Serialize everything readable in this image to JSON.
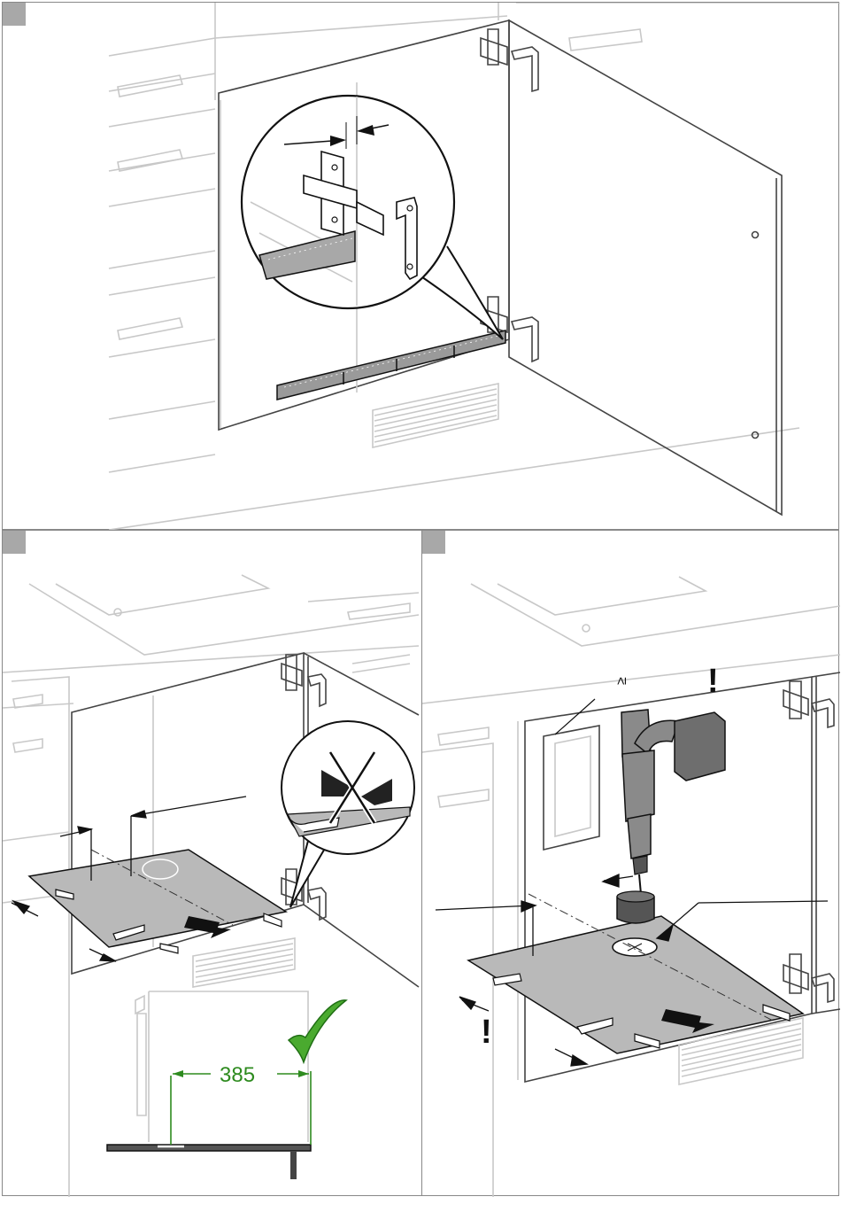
{
  "steps": [
    {
      "id": "step-1"
    },
    {
      "id": "step-2"
    },
    {
      "id": "step-3"
    }
  ],
  "step2": {
    "dimension_value": "385"
  },
  "step3": {
    "min_symbol": "≥",
    "warning_symbol": "!"
  },
  "colors": {
    "ok_green": "#2e8b1f",
    "template_gray": "#b9b9b9",
    "drill_gray": "#8a8a8a",
    "frame": "#888888"
  }
}
